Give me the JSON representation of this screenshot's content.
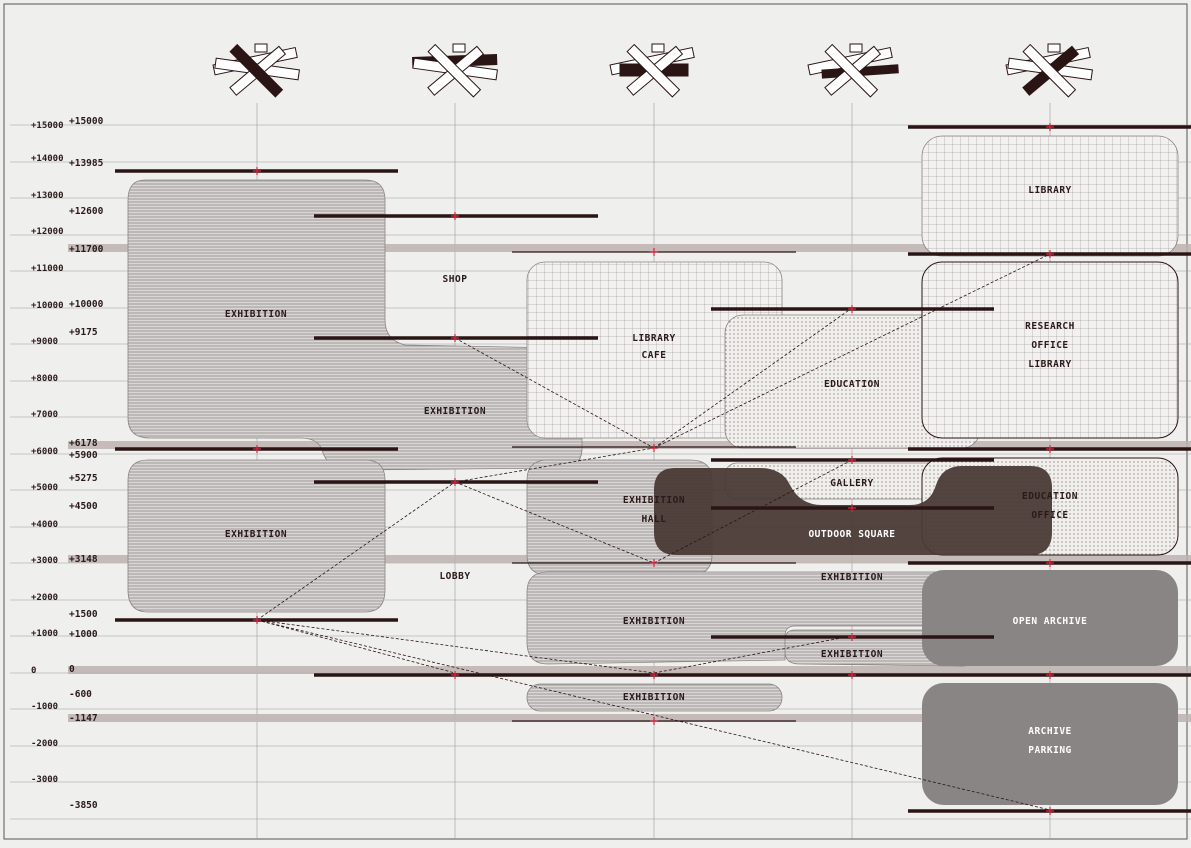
{
  "colors": {
    "background": "#efefed",
    "slab": "#2a1414",
    "marker": "#e0243c",
    "hatch": "#6a6a6a",
    "grey_zone": "#8a8585",
    "dark_zone": "#4a3a36",
    "band": "#bdb3b0"
  },
  "axis_scale": {
    "labels": [
      "+15000",
      "+14000",
      "+13000",
      "+12000",
      "+11000",
      "+10000",
      "+9000",
      "+8000",
      "+7000",
      "+6000",
      "+5000",
      "+4000",
      "+3000",
      "+2000",
      "+1000",
      "0",
      "-1000",
      "-2000",
      "-3000"
    ]
  },
  "levels": [
    "+15000",
    "+13985",
    "+12600",
    "+11700",
    "+10000",
    "+9175",
    "+6178",
    "+5900",
    "+5275",
    "+4500",
    "+3148",
    "+1500",
    "+1000",
    "0",
    "-600",
    "-1147",
    "-3850"
  ],
  "columns": [
    "tower-icon-1",
    "tower-icon-2",
    "tower-icon-3",
    "tower-icon-4",
    "tower-icon-5"
  ],
  "zones": {
    "exhibition_top": "EXHIBITION",
    "exhibition_middle": "EXHIBITION",
    "exhibition_lower_left": "EXHIBITION",
    "shop": "SHOP",
    "lobby": "LOBBY",
    "library_cafe_1": "LIBRARY",
    "library_cafe_2": "CAFE",
    "exhibition_hall_1": "EXHIBITION",
    "exhibition_hall_2": "HALL",
    "exhibition_mid": "EXHIBITION",
    "exhibition_basement": "EXHIBITION",
    "education": "EDUCATION",
    "gallery": "GALLERY",
    "outdoor_square": "OUTDOOR SQUARE",
    "exhibition_right": "EXHIBITION",
    "exhibition_right_low": "EXHIBITION",
    "library": "LIBRARY",
    "research_1": "RESEARCH",
    "research_2": "OFFICE",
    "research_3": "LIBRARY",
    "education_office_1": "EDUCATION",
    "education_office_2": "OFFICE",
    "open_archive": "OPEN ARCHIVE",
    "archive_parking_1": "ARCHIVE",
    "archive_parking_2": "PARKING"
  }
}
